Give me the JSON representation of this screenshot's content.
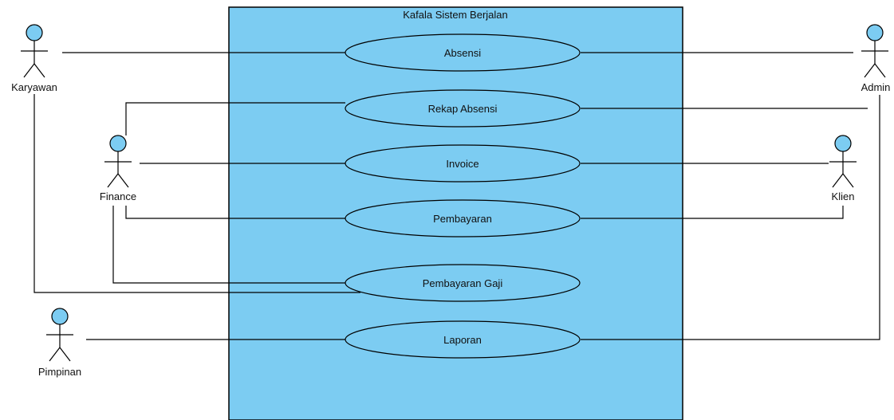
{
  "diagram": {
    "system_title": "Kafala Sistem Berjalan",
    "colors": {
      "system_fill": "#7cccf2",
      "usecase_fill": "#7cccf2",
      "actor_head_fill": "#7cccf2",
      "line": "#000000"
    },
    "use_cases": [
      {
        "label": "Absensi"
      },
      {
        "label": "Rekap Absensi"
      },
      {
        "label": "Invoice"
      },
      {
        "label": "Pembayaran"
      },
      {
        "label": "Pembayaran Gaji"
      },
      {
        "label": "Laporan"
      }
    ],
    "actors": [
      {
        "name": "Karyawan"
      },
      {
        "name": "Finance"
      },
      {
        "name": "Pimpinan"
      },
      {
        "name": "Admin"
      },
      {
        "name": "Klien"
      }
    ]
  }
}
